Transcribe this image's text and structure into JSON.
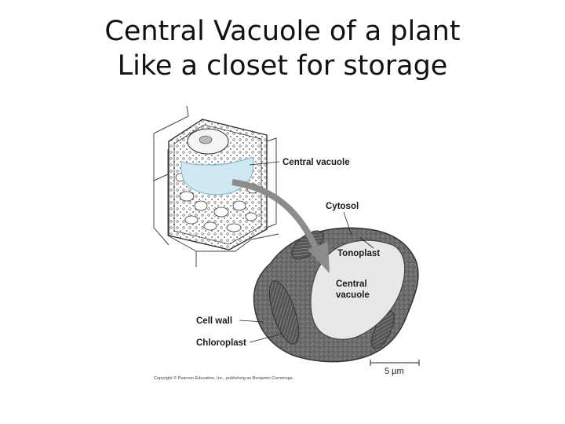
{
  "slide": {
    "title_line1": "Central Vacuole of a plant",
    "title_line2": "Like a closet for storage"
  },
  "figure": {
    "labels": {
      "central_vacuole_top": "Central vacuole",
      "cytosol": "Cytosol",
      "tonoplast": "Tonoplast",
      "central_vacuole_inside_1": "Central",
      "central_vacuole_inside_2": "vacuole",
      "cell_wall": "Cell wall",
      "chloroplast": "Chloroplast"
    },
    "scale_bar": "5 µm",
    "copyright": "Copyright © Pearson Education, Inc., publishing as Benjamin Cummings."
  },
  "colors": {
    "vacuole_highlight": "#cfe8f3",
    "arrow": "#8c8c8c",
    "micrograph_dark": "#5a5a5a",
    "vacuole_interior": "#e8e8e8"
  }
}
